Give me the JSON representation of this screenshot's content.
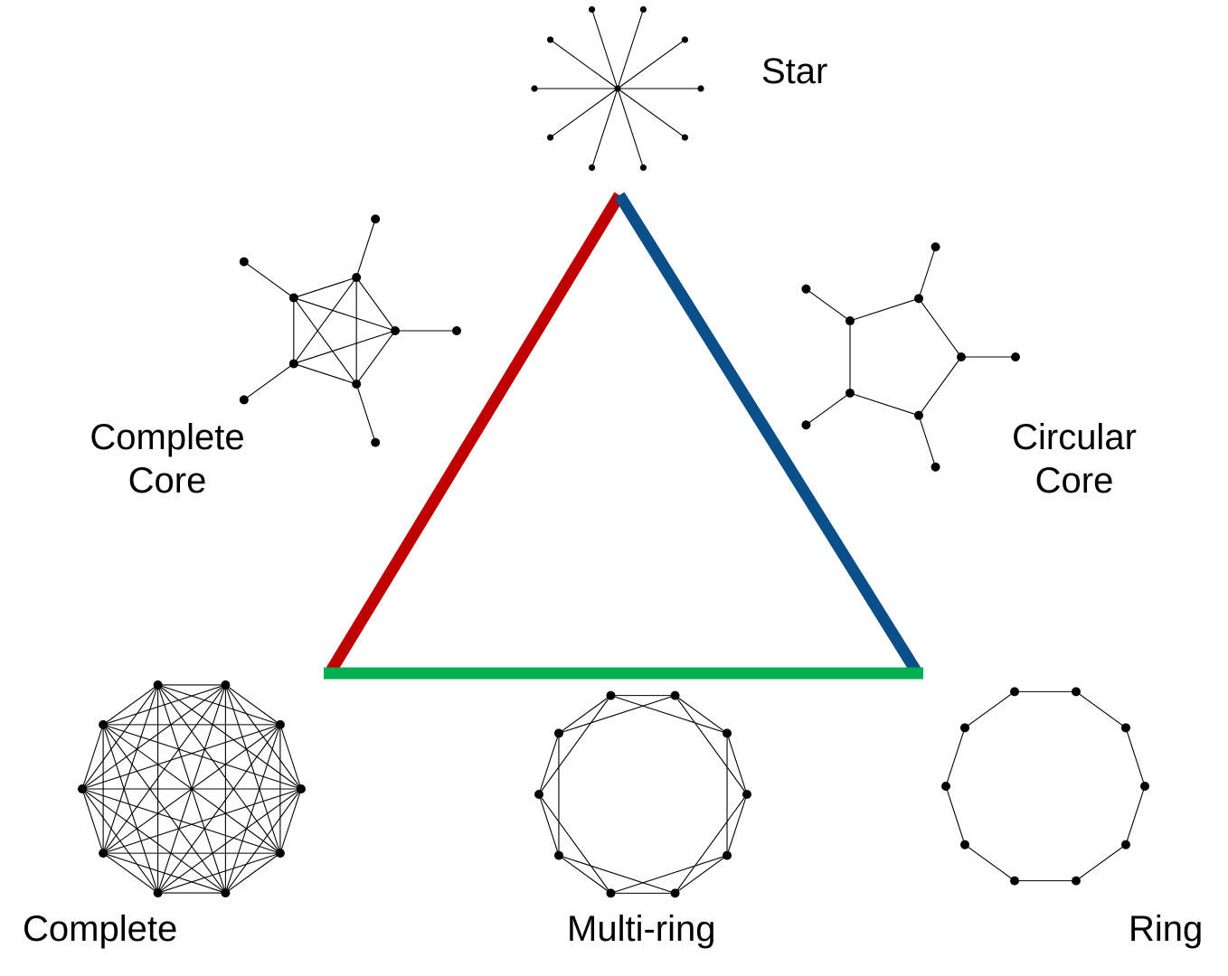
{
  "labels": {
    "star": "Star",
    "complete_core_line1": "Complete",
    "complete_core_line2": "Core",
    "circular_core_line1": "Circular",
    "circular_core_line2": "Core",
    "complete": "Complete",
    "multi_ring": "Multi-ring",
    "ring": "Ring"
  },
  "triangle": {
    "left_edge_color": "#c00000",
    "right_edge_color": "#0b4f8a",
    "bottom_edge_color": "#00b050"
  },
  "graphs": {
    "star": {
      "leaves": 10
    },
    "complete_core": {
      "core_nodes": 5,
      "pendant_per_core_node": 1
    },
    "circular_core": {
      "core_nodes": 5,
      "pendant_per_core_node": 1
    },
    "complete": {
      "nodes": 10
    },
    "multi_ring": {
      "nodes": 10,
      "ring_steps": [
        1,
        2
      ]
    },
    "ring": {
      "nodes": 10
    }
  },
  "colors": {
    "node": "#000000",
    "edge": "#000000",
    "text": "#000000"
  }
}
